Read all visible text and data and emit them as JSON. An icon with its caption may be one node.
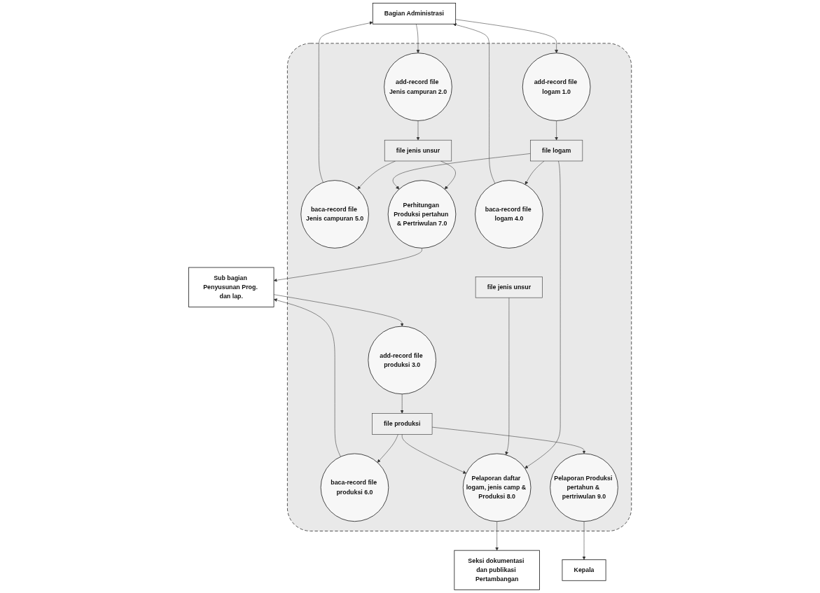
{
  "diagram": {
    "nodes": [
      {
        "text": [
          "Bagian Administrasi"
        ]
      },
      {
        "text": [
          "Sub bagian Penyusunan Prog. dan lap."
        ]
      },
      {
        "text": [],
        "shape": "ellipse"
      },
      {
        "text": [
          "add-record file Jenis campuran 2.0"
        ],
        "in": 2
      },
      {
        "text": [
          "baca-record file Jenis campuran 5.0"
        ],
        "in": 2
      },
      {
        "text": [
          "Perhitungan Produksi pertahun & Pertriwulan 7.0"
        ],
        "in": 2
      },
      {
        "text": [
          "baca-record file produksi 6.0"
        ],
        "in": 2
      },
      {
        "text": [
          "add-record file logam 1.0"
        ],
        "in": 2
      },
      {
        "text": [
          "add-record file produksi 3.0"
        ],
        "in": 2
      },
      {
        "text": [
          "file jenis unsur"
        ],
        "in": 2
      },
      {
        "text": [
          "baca-record file logam 4.0"
        ],
        "in": 2
      },
      {
        "text": [
          "file logam"
        ],
        "in": 2
      },
      {
        "text": [
          "file produksi"
        ],
        "in": 2
      },
      {
        "text": [
          "file jenis unsur"
        ],
        "in": 2
      },
      {
        "text": [
          "Pelaporan daftar logam, jenis camp & Produksi 8.0"
        ],
        "in": 2
      },
      {
        "text": [
          "Pelaporan Produksi pertahun & pertriwulan 9.0"
        ],
        "in": 2
      },
      {
        "text": [
          "Seksi dokumentasi dan publikasi Pertambangan"
        ]
      },
      {
        "text": [
          "Kepala"
        ]
      }
    ],
    "edges": [
      {
        "from": 0,
        "to": 7,
        "arrow": "to"
      },
      {
        "from": 0,
        "to": 3,
        "arrow": "to"
      },
      {
        "from": 4,
        "to": 0,
        "arrow": "to"
      },
      {
        "from": 10,
        "to": 0,
        "arrow": "to"
      },
      {
        "from": 7,
        "to": 11,
        "arrow": "to"
      },
      {
        "from": 3,
        "to": 9,
        "arrow": "to"
      },
      {
        "from": 9,
        "to": 4,
        "arrow": "to"
      },
      {
        "from": 9,
        "to": 5,
        "arrow": "to"
      },
      {
        "from": 11,
        "to": 10,
        "arrow": "to"
      },
      {
        "from": 11,
        "to": 5,
        "arrow": "to"
      },
      {
        "from": 11,
        "to": 14,
        "arrow": "to"
      },
      {
        "from": 13,
        "to": 14,
        "arrow": "to"
      },
      {
        "from": 12,
        "to": 14,
        "arrow": "to"
      },
      {
        "from": 12,
        "to": 6,
        "arrow": "to"
      },
      {
        "from": 12,
        "to": 15,
        "arrow": "to"
      },
      {
        "from": 6,
        "to": 1,
        "arrow": "to"
      },
      {
        "from": 5,
        "to": 1,
        "arrow": "to"
      },
      {
        "from": 1,
        "to": 8,
        "arrow": "to"
      },
      {
        "from": 8,
        "to": 12,
        "arrow": "to"
      },
      {
        "from": 14,
        "to": 16,
        "arrow": "to"
      },
      {
        "from": 15,
        "to": 17,
        "arrow": "to"
      }
    ]
  }
}
